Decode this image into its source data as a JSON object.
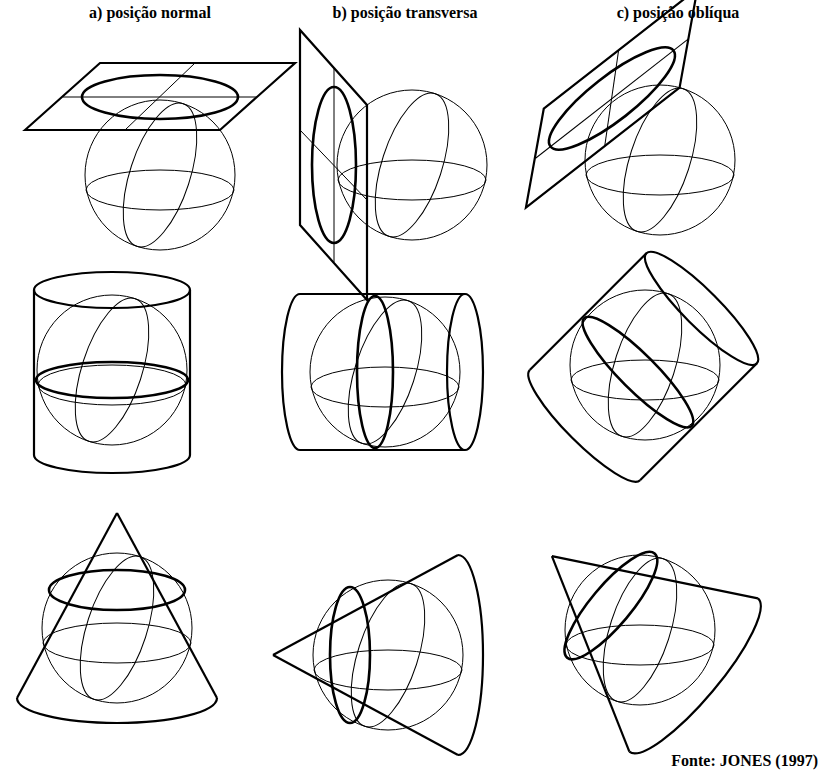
{
  "diagram": {
    "labels": [
      "a) posição normal",
      "b) posição transversa",
      "c) posição oblíqua"
    ],
    "caption": "Fonte: JONES (1997)"
  }
}
